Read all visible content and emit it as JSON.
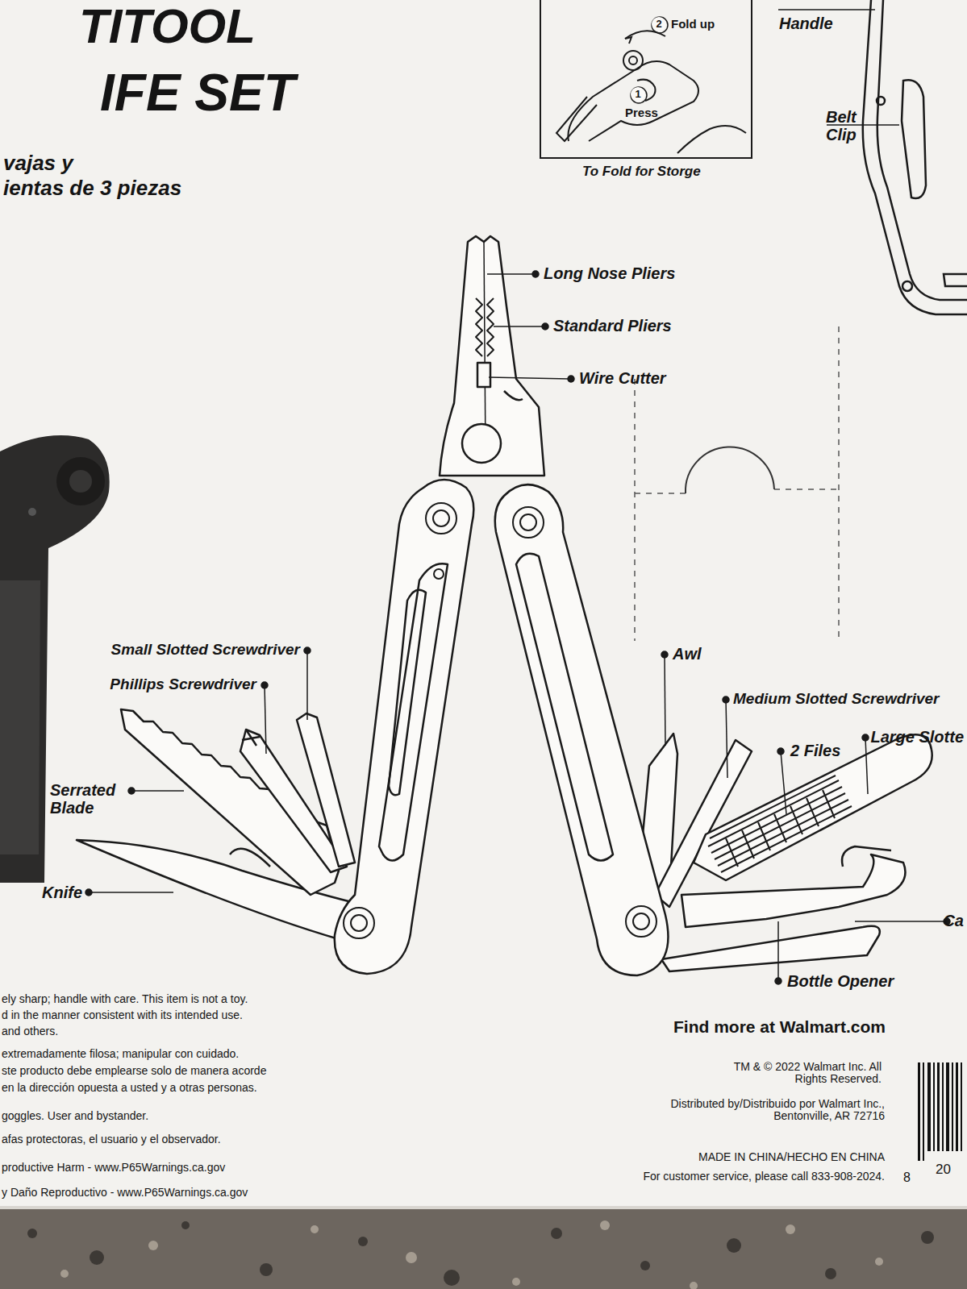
{
  "diagram": {
    "labels": [
      "TITOOL",
      "IFE SET",
      "vajas y",
      "ientas de 3 piezas",
      "2",
      "Fold up",
      "1",
      "Press",
      "To Fold for Storge",
      "Handle",
      "Belt Clip",
      "Long Nose Pliers",
      "Standard Pliers",
      "Wire Cutter",
      "Small Slotted Screwdriver",
      "Phillips Screwdriver",
      "Serrated Blade",
      "Knife",
      "Awl",
      "Medium Slotted Screwdriver",
      "2 Files",
      "Large Slotte",
      "Ca",
      "Bottle Opener",
      "ely sharp; handle with care. This item is not a toy.",
      "d in the manner consistent with its intended use.",
      "and others.",
      "extremadamente filosa; manipular con cuidado.",
      "ste producto debe emplearse solo de manera acorde",
      "en la dirección opuesta a usted y a otras personas.",
      "goggles. User and bystander.",
      "afas protectoras, el usuario y el observador.",
      "productive Harm - www.P65Warnings.ca.gov",
      "y Daño Reproductivo - www.P65Warnings.ca.gov",
      "Find more at Walmart.com",
      "TM & © 2022 Walmart Inc. All Rights Reserved.",
      "Distributed by/Distribuido por Walmart Inc., Bentonville, AR 72716",
      "MADE IN CHINA/HECHO EN CHINA",
      "For customer service, please call 833-908-2024.",
      "8",
      "20"
    ]
  }
}
